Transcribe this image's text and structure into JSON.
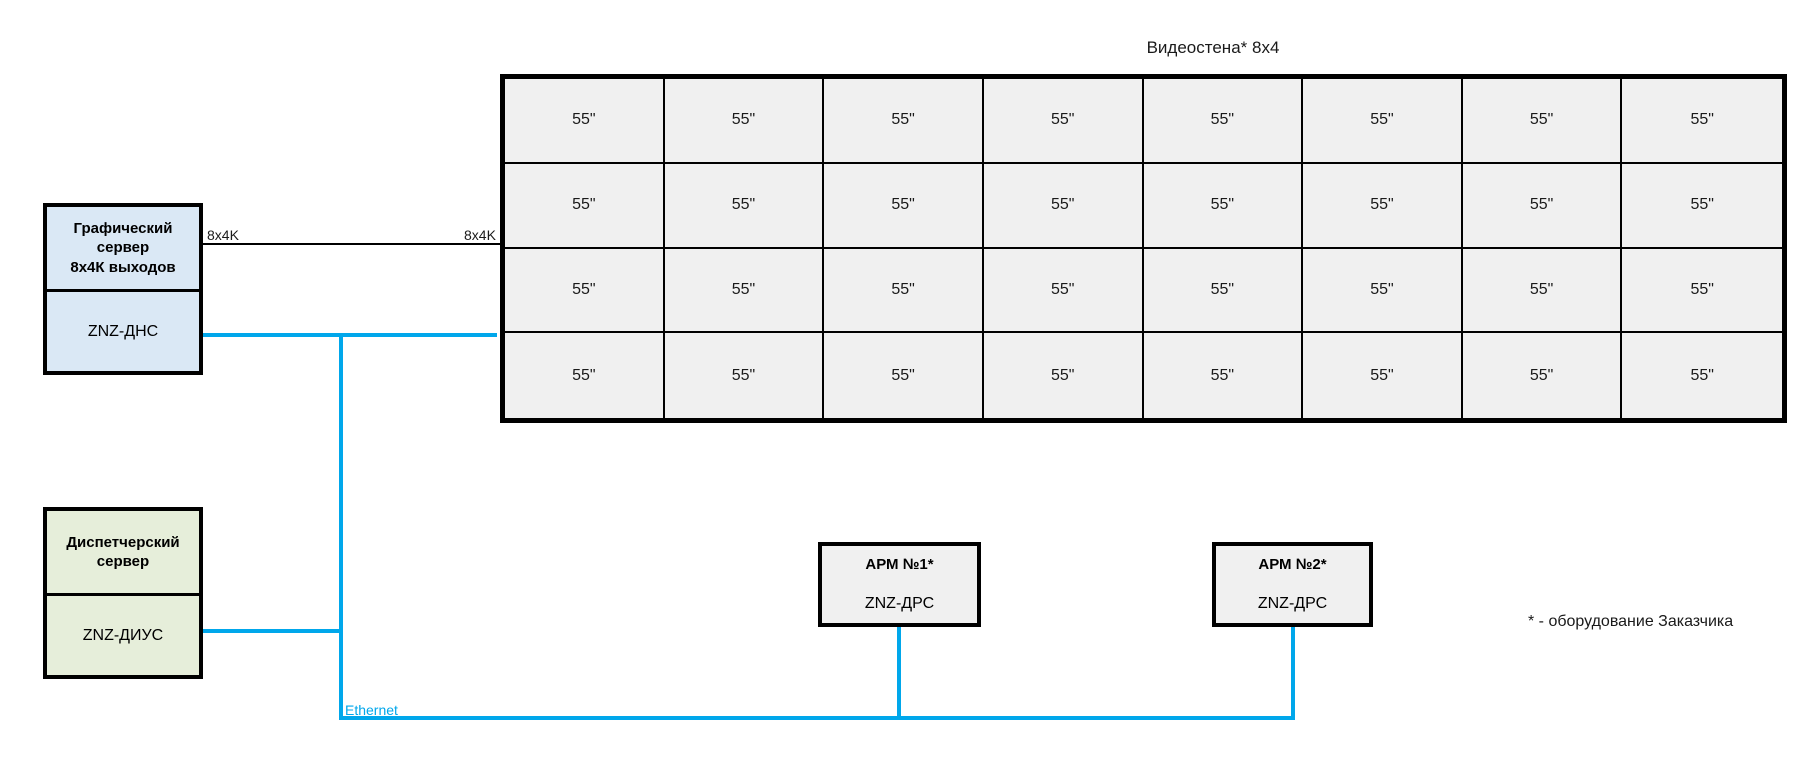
{
  "diagram": {
    "videowall": {
      "title": "Видеостена* 8x4",
      "columns": 8,
      "rows": 4,
      "panel_label": "55\"",
      "panels": [
        "55\"",
        "55\"",
        "55\"",
        "55\"",
        "55\"",
        "55\"",
        "55\"",
        "55\"",
        "55\"",
        "55\"",
        "55\"",
        "55\"",
        "55\"",
        "55\"",
        "55\"",
        "55\"",
        "55\"",
        "55\"",
        "55\"",
        "55\"",
        "55\"",
        "55\"",
        "55\"",
        "55\"",
        "55\"",
        "55\"",
        "55\"",
        "55\"",
        "55\"",
        "55\"",
        "55\"",
        "55\""
      ]
    },
    "graphics_server": {
      "title": "Графический\nсервер\n8x4К выходов",
      "title_line_1": "Графический",
      "title_line_2": "сервер",
      "title_line_3": "8x4К выходов",
      "model": "ZNZ-ДНС",
      "fill_color": "#dae8f5"
    },
    "dispatcher_server": {
      "title_line_1": "Диспетчерский",
      "title_line_2": "сервер",
      "model": "ZNZ-ДИУС",
      "fill_color": "#e6eeda"
    },
    "workstations": [
      {
        "title": "АРМ №1*",
        "model": "ZNZ-ДРС"
      },
      {
        "title": "АРМ №2*",
        "model": "ZNZ-ДРС"
      }
    ],
    "links": {
      "video_label_left": "8x4K",
      "video_label_right": "8x4K",
      "ethernet_label": "Ethernet",
      "ethernet_color": "#00a7eb",
      "video_color": "#000000"
    },
    "footnote": "* - оборудование Заказчика"
  }
}
